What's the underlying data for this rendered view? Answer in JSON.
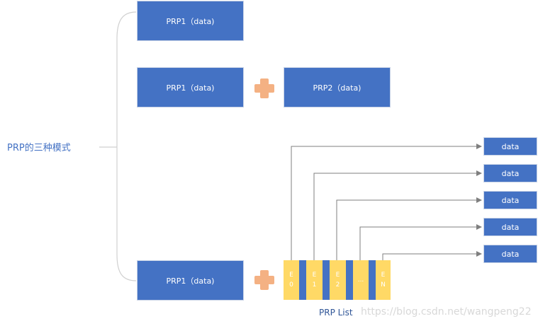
{
  "root_label": "PRP的三种模式",
  "modes": {
    "mode1": {
      "prp1": "PRP1（data)"
    },
    "mode2": {
      "prp1": "PRP1（data)",
      "prp2": "PRP2（data)"
    },
    "mode3": {
      "prp1": "PRP1（data)",
      "list_entries": [
        {
          "line1": "E",
          "line2": "0"
        },
        {
          "line1": "E",
          "line2": "1"
        },
        {
          "line1": "E",
          "line2": "2"
        },
        {
          "line1": "...",
          "line2": ""
        },
        {
          "line1": "E",
          "line2": "N"
        }
      ],
      "list_label": "PRP List",
      "data_boxes": [
        "data",
        "data",
        "data",
        "data",
        "data"
      ]
    }
  },
  "watermark": "https://blog.csdn.net/wangpeng22",
  "colors": {
    "box_fill": "#4472c4",
    "entry_fill": "#ffd966",
    "plus_fill": "#f4b183",
    "connector": "#7f7f7f",
    "bracket": "#d0d0d0"
  }
}
